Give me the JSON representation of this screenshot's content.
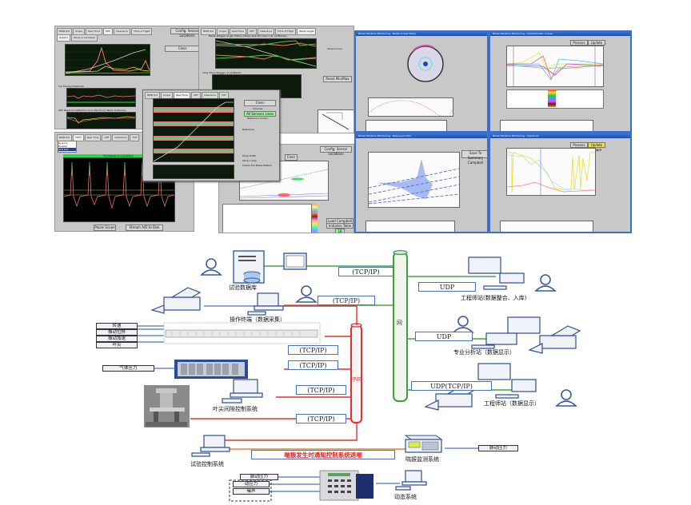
{
  "collage": {
    "panel_a": {
      "tabs": [
        "BMM Ext",
        "Scope",
        "Real Time",
        "OPF",
        "Clearance",
        "Time of Flight"
      ],
      "subtabs": [
        "Graphs",
        "Setup & Campbell"
      ],
      "config_button": "Config. Sensor Locations",
      "clear_button": "Clear",
      "section2_title": "Tip Timing Amplitude",
      "section3_title": "OPF Baseline Deflection from Electronic Blade Deflection"
    },
    "panel_b": {
      "tabs": [
        "BMM Ext",
        "Scope",
        "Real Time",
        "OPF",
        "Clearance",
        "Time of Flight",
        "Blade Angle"
      ],
      "config_button": "Config. Sensor Locations",
      "chart1_title": "Blade Stagger Angle History (Mean and Min-max over All Blades)",
      "chart2_title": "Time Trace Stagger of All Blades",
      "reset_button": "Reset Min/Max",
      "show_cursor": "Show Cursor"
    },
    "panel_c": {
      "tabs": [
        "BMM Ext",
        "Scope",
        "Real Time",
        "OPF",
        "Clearance",
        "TOF"
      ],
      "clear_button": "Clear",
      "channel_label": "Channel",
      "channel_value": "All Sensors Lines",
      "reference_sensor_label": "Reference Sensor",
      "reference_label": "Reference",
      "options": [
        "Show SYNC",
        "Show cursor",
        "Freeze Full Blade Pattern"
      ]
    },
    "panel_d": {
      "tabs": [
        "BMM Ext",
        "TOFF",
        "Real Time",
        "OPF",
        "Clearance",
        "TOF"
      ],
      "list_items": [
        "Acquire",
        "Display",
        "XYZ Plot"
      ],
      "plot_title": "Tip Clearance Acquisition",
      "buttons": [
        "Pause Scope",
        "Stream A/D to Disk"
      ]
    },
    "panel_e": {
      "tab": "Time of Flight",
      "config_button": "Config. Sensor Locations",
      "clear_button": "Clear",
      "buttons": [
        "Load Campbell",
        "Initialise Table"
      ],
      "counter": "18"
    },
    "panel_f": {
      "title": "Blade Vibration Monitoring - Blade Arrival Setup"
    },
    "panel_g": {
      "title": "Blade Vibration Monitoring - Characteristic Curves",
      "buttons": [
        "Process All",
        "Update Graph"
      ]
    },
    "panel_h": {
      "title": "Blade Vibration Monitoring - Resonance Plot",
      "button": "Save To Summary Campbell"
    },
    "panel_i": {
      "title": "Blade Vibration Monitoring - Spectrum",
      "buttons": [
        "Process All",
        "Update Graph"
      ]
    }
  },
  "diagram": {
    "bus_main_label": "网",
    "bus_sub_label": "子网",
    "links": {
      "db_tcp": "(TCP/IP)",
      "op_tcp": "(TCP/IP)",
      "rack1_tcp": "(TCP/IP)",
      "rack2_tcp": "(TCP/IP)",
      "tip_tcp": "(TCP/IP)",
      "rig_tcp": "(TCP/IP)",
      "eng1_udp": "UDP",
      "ana_udp": "UDP",
      "eng2_udp": "UDP(TCP/IP)",
      "alarm": "喘振发生时通知控制系统退喘"
    },
    "nodes": {
      "database": "试验数据库",
      "operator": "操作终端（数据采集）",
      "eng_station1": "工程师站(数据整合、入库)",
      "analysis_station": "专业分析站（数据显示）",
      "eng_station2": "工程师站（数据显示）",
      "tip_control": "叶尖间隙控制系统",
      "test_control": "试验控制系统",
      "surge_monitor": "喘振监测系统",
      "dynamic_system": "动态系统"
    },
    "inputs": {
      "rack1": [
        "转速",
        "振动位移",
        "振动加速",
        "叶尖"
      ],
      "rack2": "气体压力",
      "surge": "脉动压力",
      "dynamic": [
        "脉动压力",
        "动应力",
        "噪声"
      ]
    }
  }
}
